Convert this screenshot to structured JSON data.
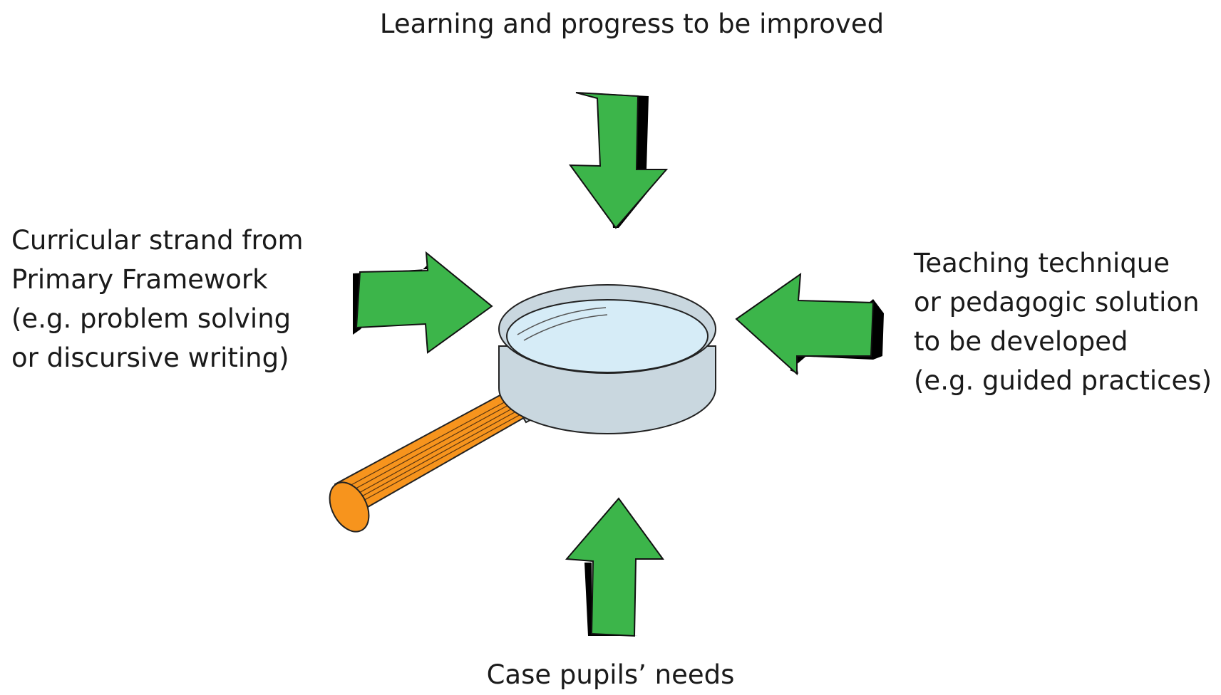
{
  "labels": {
    "top": [
      "Learning and progress to be improved"
    ],
    "left": [
      "Curricular strand from",
      "Primary Framework",
      "(e.g. problem solving",
      "or discursive writing)"
    ],
    "right": [
      "Teaching technique",
      "or pedagogic solution",
      "to be developed",
      "(e.g. guided practices)"
    ],
    "bottom": [
      "Case pupils’ needs"
    ]
  },
  "colors": {
    "arrow_fill": "#3cb54a",
    "arrow_shadow": "#000000",
    "lens_glass": "#d6ecf7",
    "lens_rim": "#c9d7df",
    "handle": "#f7941d",
    "ferrule": "#cdd9df"
  },
  "icons": {
    "center": "magnifying-glass-icon",
    "arrows": [
      "arrow-down-icon",
      "arrow-right-icon",
      "arrow-left-icon",
      "arrow-up-icon"
    ]
  }
}
